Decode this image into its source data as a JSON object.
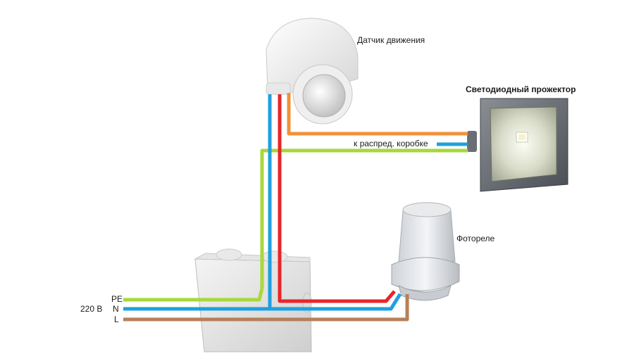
{
  "labels": {
    "motion_sensor": "Датчик движения",
    "floodlight": "Светодиодный прожектор",
    "junction_box_link": "к распред. коробке",
    "photorelay": "Фотореле",
    "pe": "PE",
    "n": "N",
    "l": "L",
    "voltage": "220 В"
  },
  "wire_colors": {
    "pe": "#a8d83a",
    "n": "#1fa0e0",
    "l": "#b5805a",
    "phase_red": "#e8262a",
    "load_orange": "#f0913a"
  }
}
